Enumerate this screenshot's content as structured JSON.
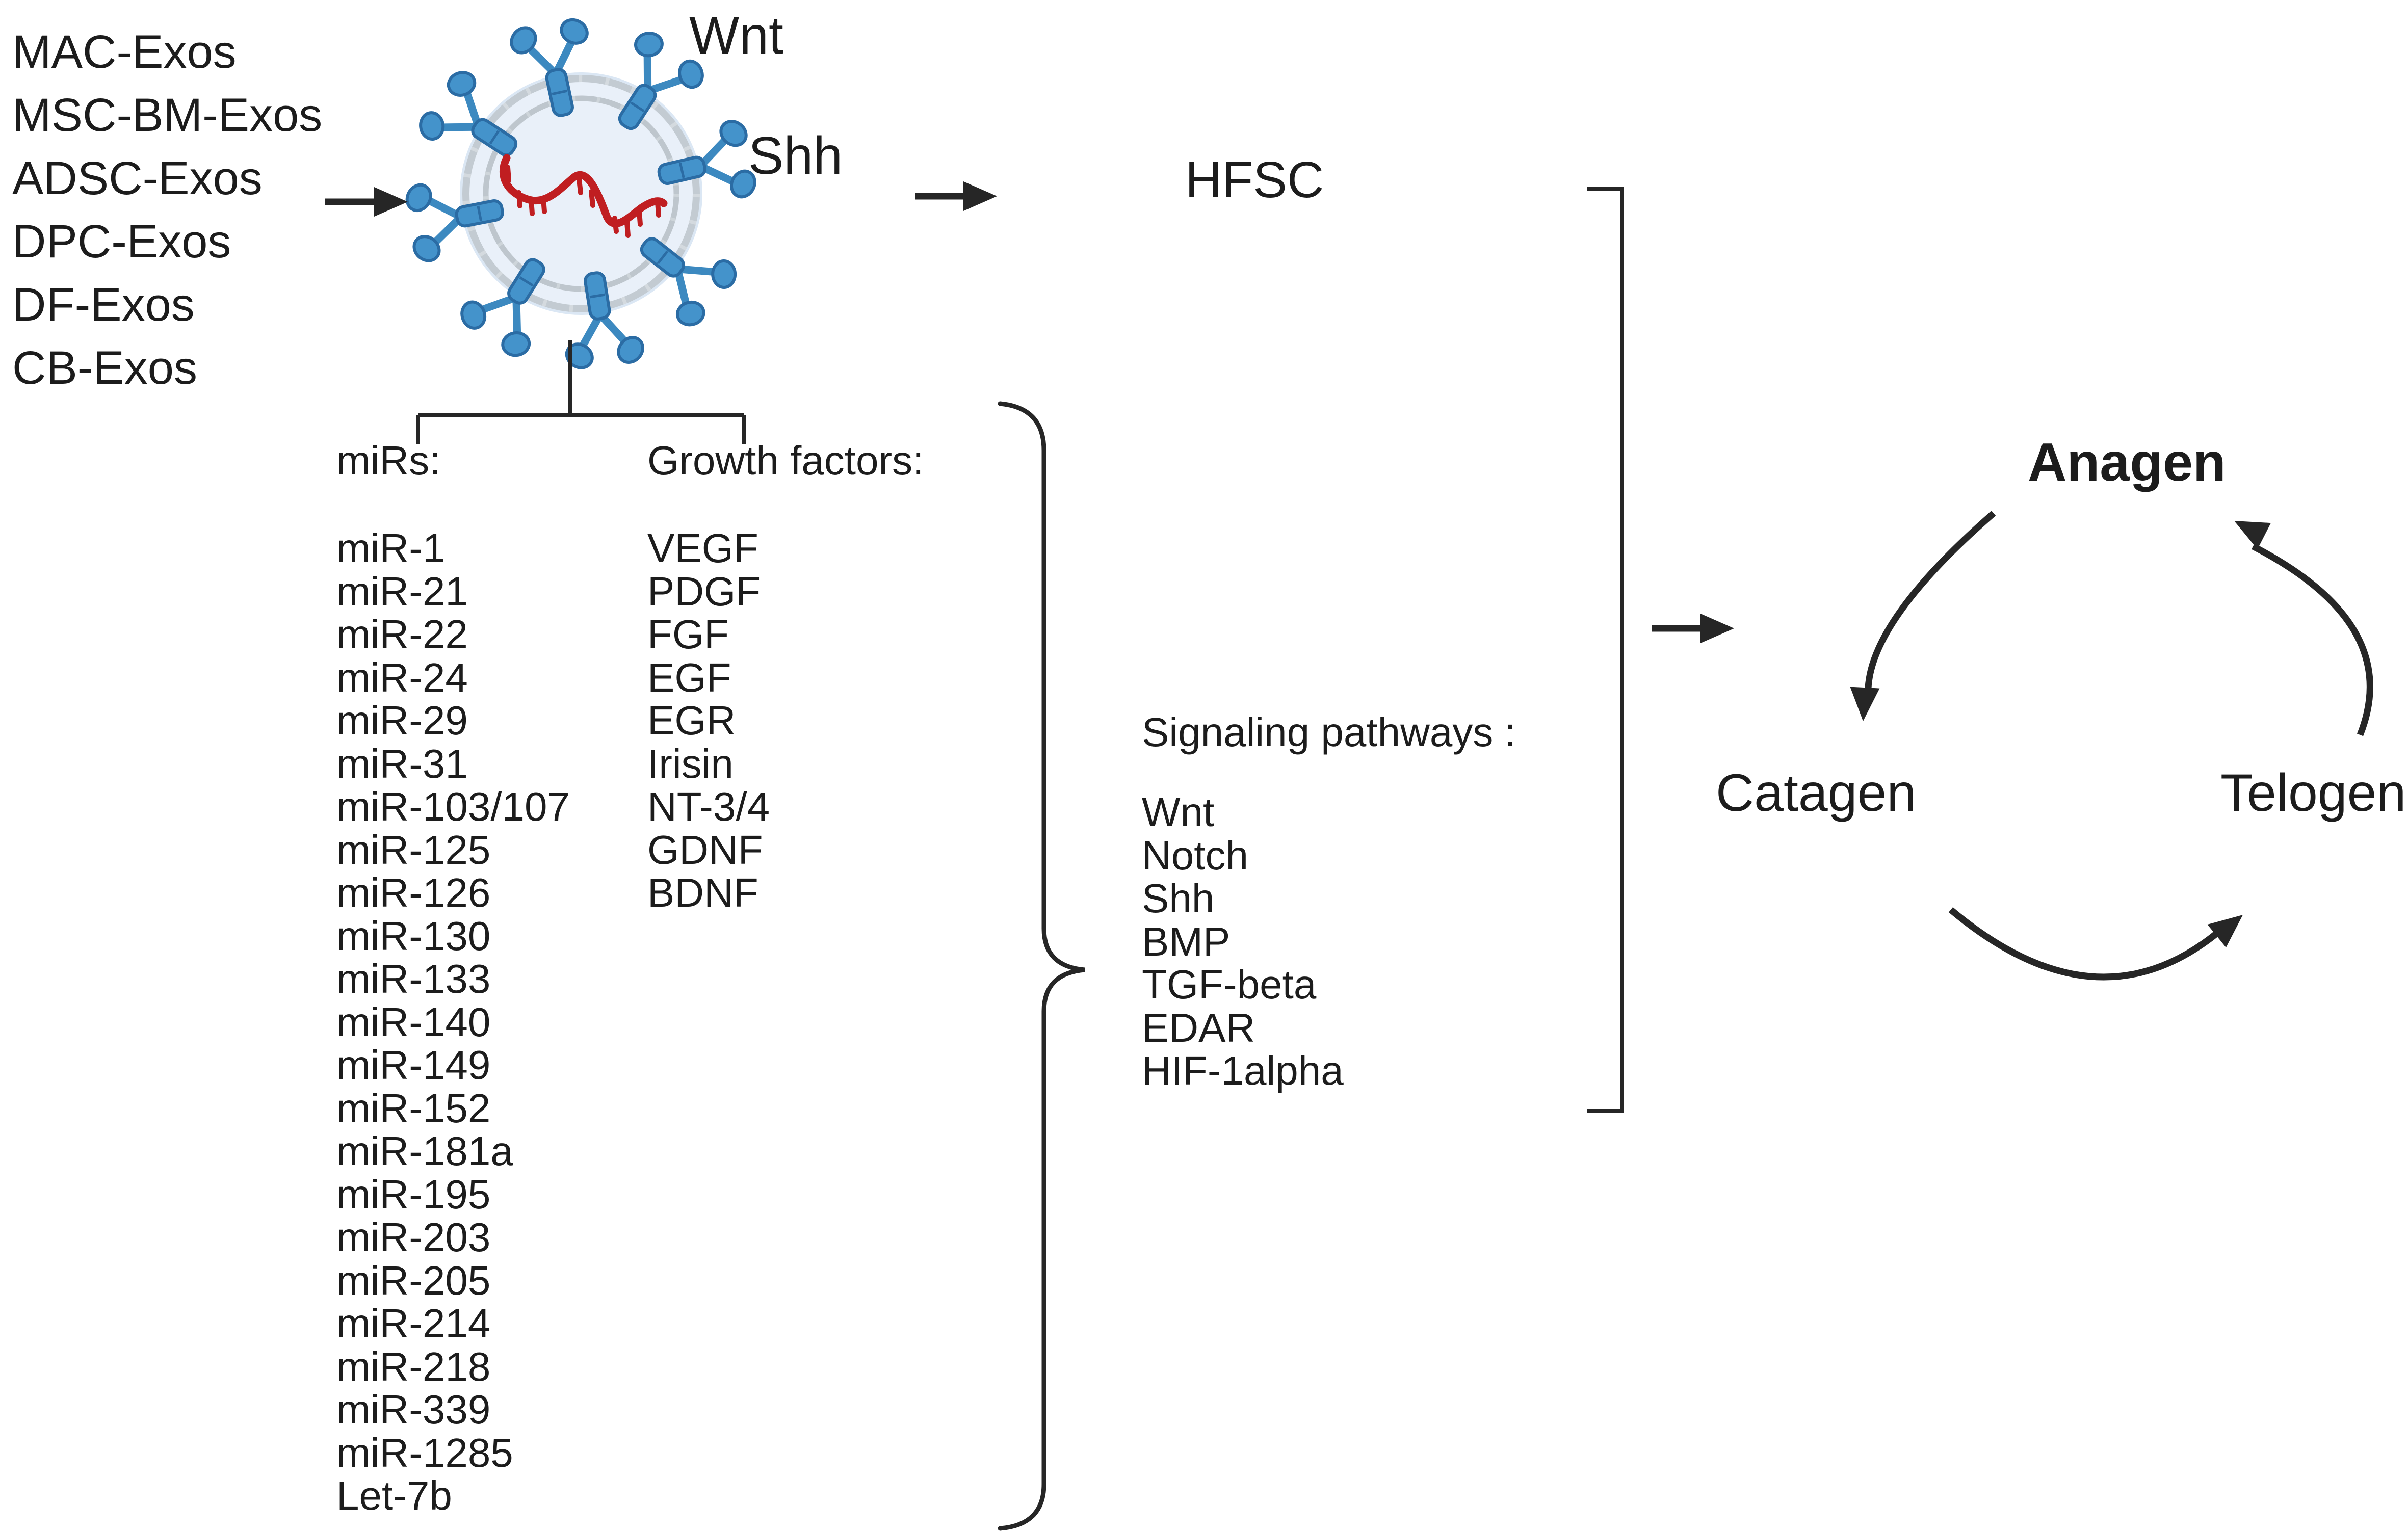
{
  "diagram": {
    "exosome_sources": [
      "MAC-Exos",
      "MSC-BM-Exos",
      "ADSC-Exos",
      "DPC-Exos",
      "DF-Exos",
      "CB-Exos"
    ],
    "exosome": {
      "label_top": "Wnt",
      "label_right": "Shh"
    },
    "target_cell": "HFSC",
    "mirs": {
      "header": "miRs:",
      "items": [
        "miR-1",
        "miR-21",
        "miR-22",
        "miR-24",
        "miR-29",
        "miR-31",
        "miR-103/107",
        "miR-125",
        "miR-126",
        "miR-130",
        "miR-133",
        "miR-140",
        "miR-149",
        "miR-152",
        "miR-181a",
        "miR-195",
        "miR-203",
        "miR-205",
        "miR-214",
        "miR-218",
        "miR-339",
        "miR-1285",
        "Let-7b"
      ]
    },
    "growth_factors": {
      "header": "Growth factors:",
      "items": [
        "VEGF",
        "PDGF",
        "FGF",
        "EGF",
        "EGR",
        "Irisin",
        "NT-3/4",
        "GDNF",
        "BDNF"
      ]
    },
    "signaling": {
      "header": "Signaling pathways :",
      "items": [
        "Wnt",
        "Notch",
        "Shh",
        "BMP",
        "TGF-beta",
        "EDAR",
        "HIF-1alpha"
      ]
    },
    "cycle": {
      "anagen": "Anagen",
      "catagen": "Catagen",
      "telogen": "Telogen"
    }
  },
  "colors": {
    "text_black": "#1c1c1c",
    "line_black": "#262626",
    "receptor_blue": "#4493cb",
    "receptor_outline": "#2b6ca4",
    "membrane_gray": "#c3cbd2",
    "membrane_gray_inner": "#bec6cd",
    "vesicle_fill": "#e9f0f9",
    "halo_blue": "#dbe7f4",
    "rna_red": "#c01e21"
  }
}
